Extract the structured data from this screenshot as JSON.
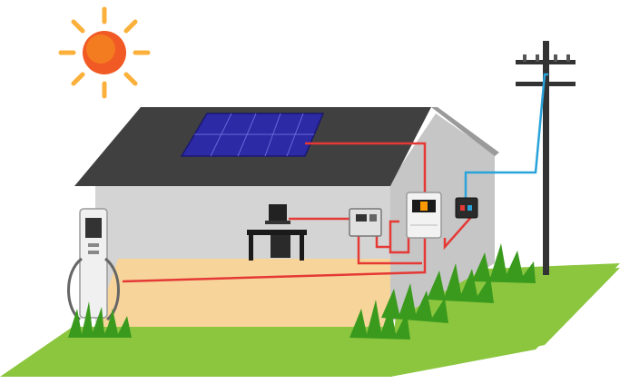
{
  "diagram": {
    "colors": {
      "ground": "#8cc63f",
      "ground_edge": "#6da52c",
      "floor": "#f7d59a",
      "wall": "#d4d4d4",
      "wall_side": "#c6c6c6",
      "roof": "#404040",
      "panel": "#2c2aa5",
      "power_line": "#e53935",
      "grid_line": "#29a3d9",
      "sun": "#f15a24",
      "sun_ray": "#fbb03b",
      "grass": "#3a9a1e",
      "pole": "#333333"
    },
    "components": [
      {
        "id": "sun",
        "icon": "sun-icon"
      },
      {
        "id": "solar-panel",
        "icon": "solar-panel-icon"
      },
      {
        "id": "house",
        "icon": "house-icon"
      },
      {
        "id": "inverter",
        "icon": "inverter-icon"
      },
      {
        "id": "meter",
        "icon": "meter-icon"
      },
      {
        "id": "distribution-box",
        "icon": "distribution-box-icon"
      },
      {
        "id": "computer",
        "icon": "computer-icon"
      },
      {
        "id": "ev-charger",
        "icon": "ev-charger-icon"
      },
      {
        "id": "utility-pole",
        "icon": "utility-pole-icon"
      }
    ]
  }
}
